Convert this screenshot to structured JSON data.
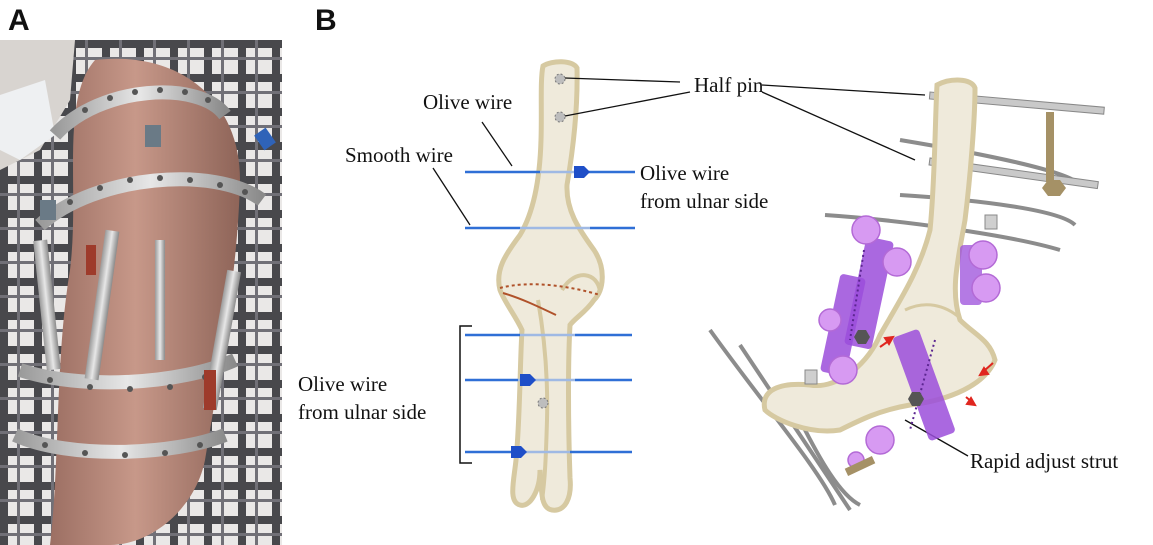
{
  "panels": {
    "a": "A",
    "b": "B"
  },
  "labels": {
    "half_pin": "Half pin",
    "olive_wire": "Olive wire",
    "smooth_wire": "Smooth wire",
    "olive_wire_ulnar_top": [
      "Olive wire",
      "from ulnar side"
    ],
    "olive_wire_ulnar_left": [
      "Olive wire",
      "from ulnar side"
    ],
    "rapid_adjust_strut": "Rapid adjust strut"
  },
  "colors": {
    "bone_fill": "#efeadb",
    "bone_stroke": "#d6c9a1",
    "wire": "#2f6fd6",
    "wire_bone": "#9fb9e4",
    "olive": "#1f4fc8",
    "fracture": "#b0522a",
    "strut": "#9b4ddb",
    "strut_ball": "#d79af2",
    "ring": "#8c8c8c",
    "arrow": "#e0261f"
  },
  "icons": [
    "olive-bead-icon",
    "half-pin-site-icon",
    "strut-joint-icon",
    "red-arrow-icon"
  ]
}
